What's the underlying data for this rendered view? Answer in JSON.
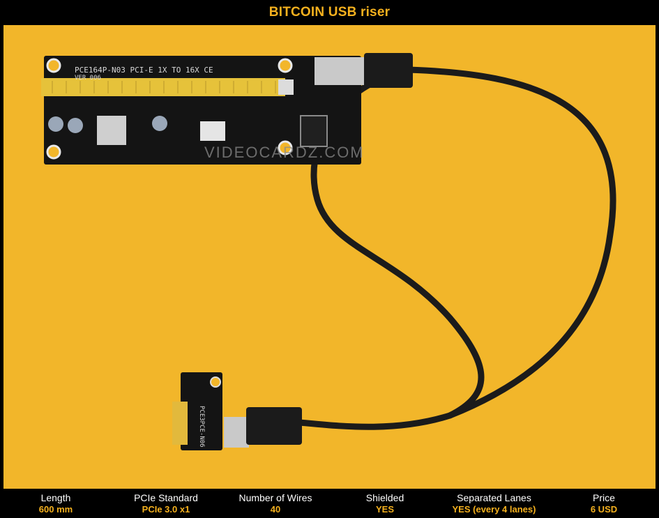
{
  "title": "BITCOIN USB riser",
  "photo": {
    "board_silkscreen": "PCE164P-N03  PCI-E 1X TO 16X  CE",
    "board_sublabel": "VER 006",
    "adapter_silkscreen": "PCE3PCE-N06",
    "watermark": "VIDEOCARDZ.COM"
  },
  "specs": [
    {
      "label": "Length",
      "value": "600 mm"
    },
    {
      "label": "PCIe Standard",
      "value": "PCIe 3.0 x1"
    },
    {
      "label": "Number of Wires",
      "value": "40"
    },
    {
      "label": "Shielded",
      "value": "YES"
    },
    {
      "label": "Separated Lanes",
      "value": "YES (every 4 lanes)"
    },
    {
      "label": "Price",
      "value": "6 USD"
    }
  ],
  "colors": {
    "background": "#000000",
    "accent": "#f5b11e",
    "photo_background": "#f2b62a",
    "pcb": "#141414",
    "slot": "#e6c23a",
    "cable": "#1b1b1b"
  }
}
